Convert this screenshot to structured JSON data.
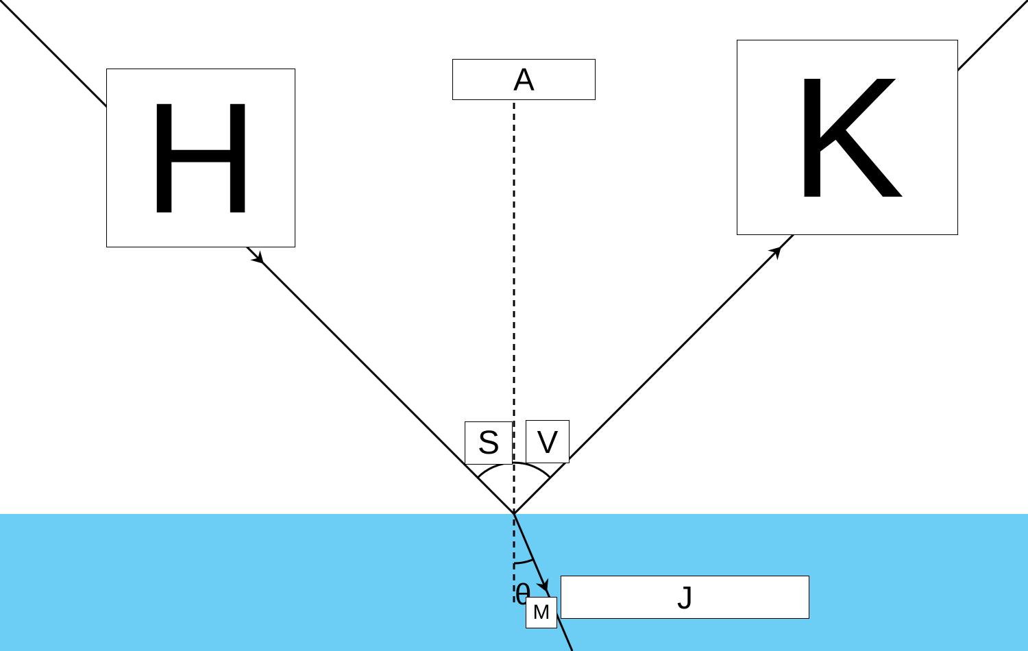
{
  "labels": {
    "H": "H",
    "A": "A",
    "K": "K",
    "S": "S",
    "V": "V",
    "J": "J",
    "M": "M",
    "theta": "θ"
  },
  "colors": {
    "water": "#6dcef5",
    "background": "#ffffff",
    "stroke": "#000000"
  }
}
